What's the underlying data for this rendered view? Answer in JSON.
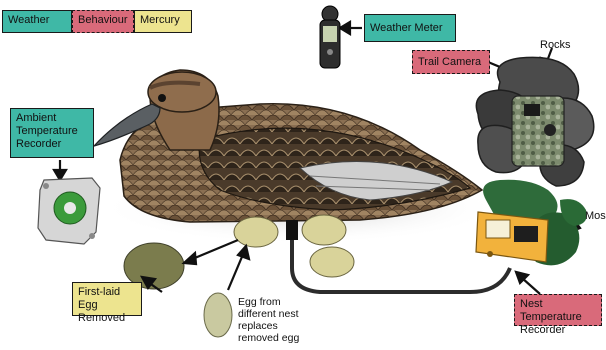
{
  "legend": {
    "weather": "Weather",
    "behaviour": "Behaviour",
    "mercury": "Mercury"
  },
  "labels": {
    "weather_meter": "Weather Meter",
    "trail_camera": "Trail Camera",
    "rocks": "Rocks",
    "moss": "Moss",
    "ambient_temperature_recorder": "Ambient Temperature Recorder",
    "first_laid_egg_removed": "First-laid Egg Removed",
    "egg_replacement": "Egg from different nest replaces removed egg",
    "nest_temperature_recorder": "Nest Temperature Recorder"
  },
  "colors": {
    "weather": "#3fb8a6",
    "behaviour": "#d96a7a",
    "mercury": "#ede48f"
  },
  "icons": [
    "weather-meter-icon",
    "temperature-logger-icon",
    "trail-camera-icon",
    "sensor-box-icon"
  ]
}
